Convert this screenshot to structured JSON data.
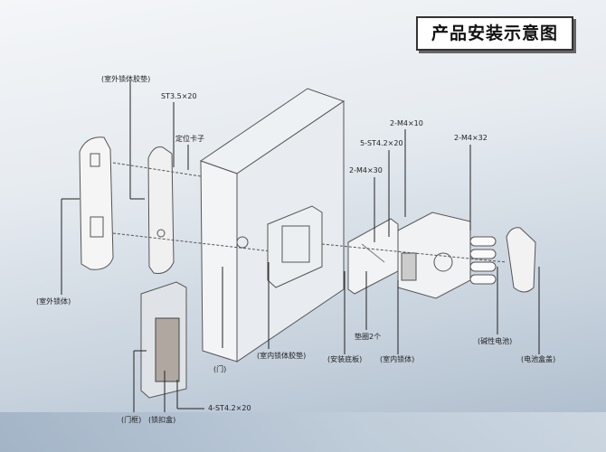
{
  "title": "产品安装示意图",
  "labels": {
    "outdoor_gasket": "(室外锁体胶垫)",
    "screw_st35": "ST3.5×20",
    "locating_clip": "定位卡子",
    "screw_m4x10": "2-M4×10",
    "screw_st42_5": "5-ST4.2×20",
    "screw_m4x30": "2-M4×30",
    "screw_m4x32": "2-M4×32",
    "outdoor_lock": "(室外锁体)",
    "door": "(门)",
    "indoor_gasket": "(室内锁体胶垫)",
    "mount_plate": "(安装底板)",
    "washers": "垫圈2个",
    "indoor_lock": "(室内锁体)",
    "battery": "(碱性电池)",
    "battery_cover": "(电池盒盖)",
    "door_frame": "(门框)",
    "strike_box": "(锁扣盒)",
    "screw_st42_4": "4-ST4.2×20"
  }
}
